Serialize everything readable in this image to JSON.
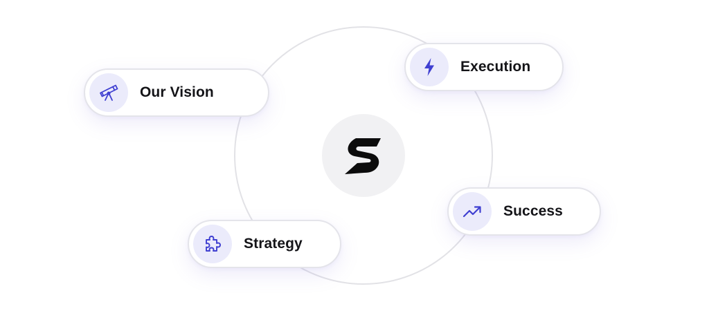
{
  "diagram": {
    "center": {
      "icon": "brand-s-logo-icon"
    },
    "nodes": [
      {
        "id": "vision",
        "label": "Our Vision",
        "icon": "telescope-icon"
      },
      {
        "id": "execution",
        "label": "Execution",
        "icon": "lightning-bolt-icon"
      },
      {
        "id": "success",
        "label": "Success",
        "icon": "trending-up-icon"
      },
      {
        "id": "strategy",
        "label": "Strategy",
        "icon": "puzzle-piece-icon"
      }
    ]
  },
  "colors": {
    "accent": "#3f3fd1",
    "icon_bg": "#ebebfb",
    "orbit": "#e2e2e6",
    "center_bg": "#f1f1f3",
    "text": "#141418"
  }
}
